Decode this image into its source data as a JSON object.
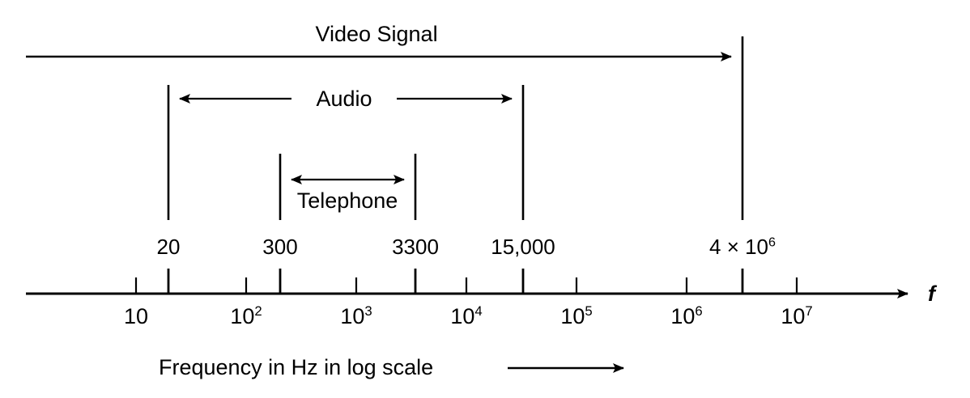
{
  "figure": {
    "caption": "Frequency in Hz in log scale",
    "axis_variable": "f",
    "axis_label_unit": "Hz"
  },
  "bands": [
    {
      "name": "video-signal",
      "label": "Video Signal",
      "start_hz": 0,
      "end_hz": 4000000,
      "label_position": "above-line",
      "arrow_style": "single-right"
    },
    {
      "name": "audio",
      "label": "Audio",
      "start_hz": 20,
      "end_hz": 15000,
      "label_position": "inline",
      "arrow_style": "double"
    },
    {
      "name": "telephone",
      "label": "Telephone",
      "start_hz": 300,
      "end_hz": 3300,
      "label_position": "below-arrow",
      "arrow_style": "double"
    }
  ],
  "value_markers": [
    {
      "name": "marker-20",
      "label": "20"
    },
    {
      "name": "marker-300",
      "label": "300"
    },
    {
      "name": "marker-3300",
      "label": "3300"
    },
    {
      "name": "marker-15000",
      "label": "15,000"
    },
    {
      "name": "marker-4e6",
      "mantissa": "4 × 10",
      "exponent": "6"
    }
  ],
  "decade_ticks": [
    {
      "name": "decade-10",
      "base": "10",
      "exponent": ""
    },
    {
      "name": "decade-100",
      "base": "10",
      "exponent": "2"
    },
    {
      "name": "decade-1k",
      "base": "10",
      "exponent": "3"
    },
    {
      "name": "decade-10k",
      "base": "10",
      "exponent": "4"
    },
    {
      "name": "decade-100k",
      "base": "10",
      "exponent": "5"
    },
    {
      "name": "decade-1m",
      "base": "10",
      "exponent": "6"
    },
    {
      "name": "decade-10m",
      "base": "10",
      "exponent": "7"
    }
  ],
  "chart_data": {
    "type": "bar",
    "title": "",
    "xlabel": "Frequency in Hz in log scale",
    "ylabel": "",
    "scale": "log",
    "xlim": [
      1,
      31622776
    ],
    "grid": false,
    "legend": false,
    "x_tick_labels": [
      "10",
      "10^2",
      "10^3",
      "10^4",
      "10^5",
      "10^6",
      "10^7"
    ],
    "x_tick_values": [
      10,
      100,
      1000,
      10000,
      100000,
      1000000,
      10000000
    ],
    "annotated_frequencies": [
      {
        "label": "20",
        "value": 20
      },
      {
        "label": "300",
        "value": 300
      },
      {
        "label": "3300",
        "value": 3300
      },
      {
        "label": "15,000",
        "value": 15000
      },
      {
        "label": "4 × 10^6",
        "value": 4000000
      }
    ],
    "series": [
      {
        "name": "Video Signal",
        "range_hz": [
          0,
          4000000
        ],
        "upper_label": "4 × 10^6"
      },
      {
        "name": "Audio",
        "range_hz": [
          20,
          15000
        ],
        "lower_label": "20",
        "upper_label": "15,000"
      },
      {
        "name": "Telephone",
        "range_hz": [
          300,
          3300
        ],
        "lower_label": "300",
        "upper_label": "3300"
      }
    ]
  }
}
